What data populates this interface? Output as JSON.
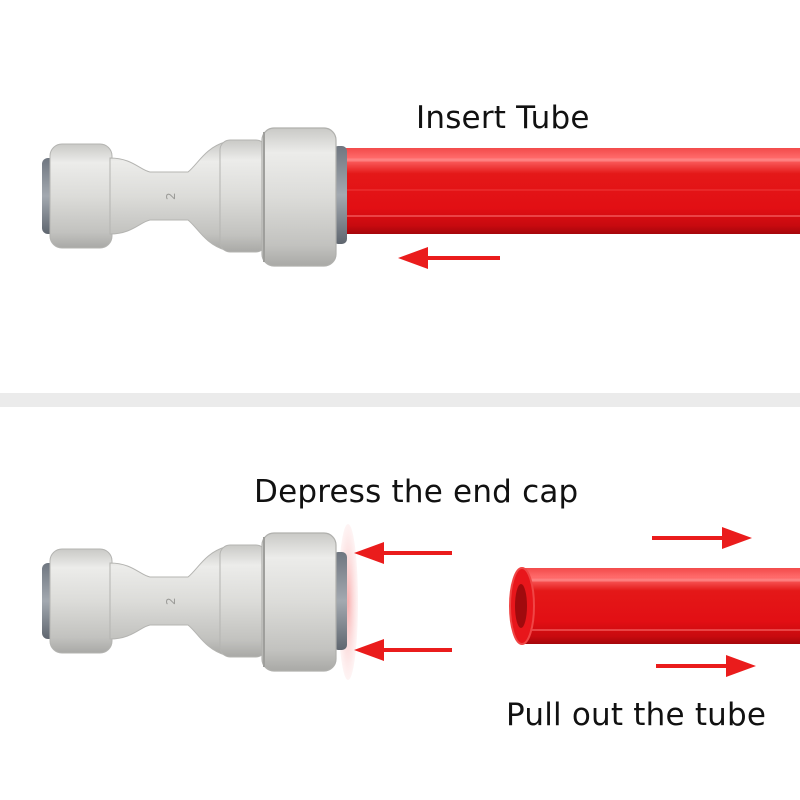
{
  "steps": {
    "insert": {
      "label": "Insert Tube"
    },
    "depress": {
      "label": "Depress the end cap"
    },
    "pull": {
      "label": "Pull out the tube"
    }
  },
  "fitting": {
    "marking": "2"
  },
  "colors": {
    "tube_red": "#e8131a",
    "arrow_red": "#ea1c1c",
    "fitting_grey": "#d9d9d6",
    "background": "#ffffff",
    "divider": "#ebebeb"
  }
}
